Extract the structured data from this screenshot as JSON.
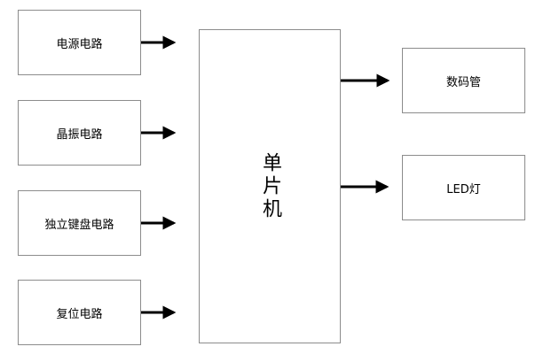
{
  "inputs": {
    "power": "电源电路",
    "crystal": "晶振电路",
    "keypad": "独立键盘电路",
    "reset": "复位电路"
  },
  "center": {
    "mcu": "单片机"
  },
  "outputs": {
    "segment_display": "数码管",
    "led": "LED灯"
  },
  "colors": {
    "border": "#8c8c8c",
    "arrow": "#000000",
    "text": "#000000"
  }
}
